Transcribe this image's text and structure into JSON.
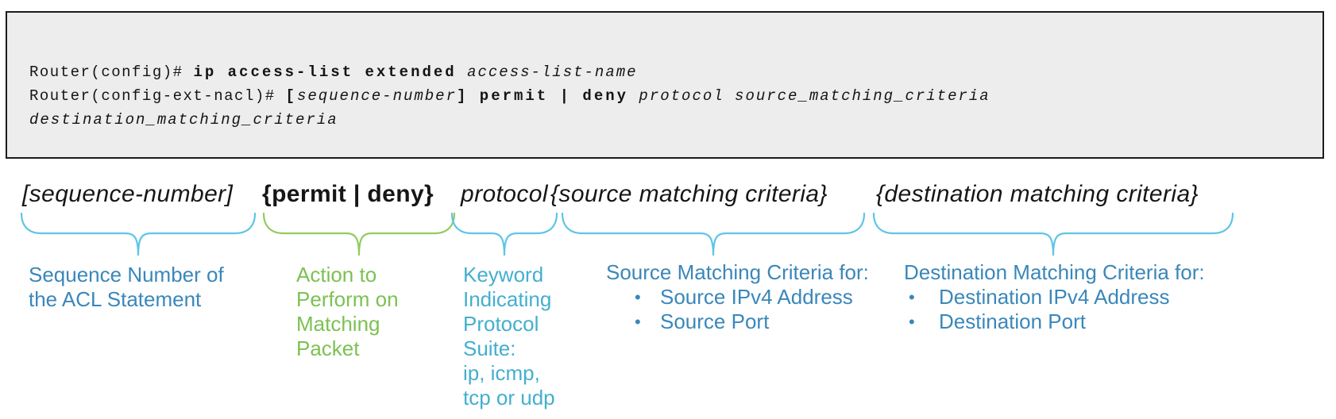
{
  "colors": {
    "box_bg": "#ededed",
    "box_border": "#1c1c1c",
    "code_text": "#141414",
    "syntax_text": "#161616",
    "blue_text": "#3a87ba",
    "teal_text": "#44afce",
    "green_text": "#7cc153",
    "brace_blue": "#5fc5e6",
    "brace_green": "#92cb5f"
  },
  "ui": {
    "bullet_char": "•"
  },
  "code_box": {
    "line1_prompt": "Router(config)# ",
    "line1_command": "ip access-list extended",
    "line1_argument": " access-list-name",
    "line2_prompt": "Router(config-ext-nacl)# ",
    "line2_bracket_open": "[",
    "line2_sequence": "sequence-number",
    "line2_bracket_close": "] ",
    "line2_action": "permit | deny",
    "line2_arguments": " protocol source_matching_criteria",
    "line3_argument": "destination_matching_criteria"
  },
  "syntax_line": {
    "sequence": "[sequence-number]",
    "action": "{permit | deny}",
    "protocol": "protocol",
    "source": "{source matching criteria}",
    "destination": "{destination matching criteria}"
  },
  "annotations": {
    "sequence": {
      "lines": [
        "Sequence Number of",
        "the ACL Statement"
      ]
    },
    "action": {
      "lines": [
        "Action to",
        "Perform on",
        "Matching",
        "Packet"
      ]
    },
    "protocol": {
      "lines": [
        "Keyword",
        "Indicating",
        "Protocol",
        "Suite:",
        "ip, icmp,",
        "tcp or udp"
      ]
    },
    "source": {
      "heading": "Source Matching Criteria for:",
      "bullets": [
        "Source IPv4 Address",
        "Source Port"
      ]
    },
    "destination": {
      "heading": "Destination Matching Criteria for:",
      "bullets": [
        "Destination IPv4 Address",
        "Destination Port"
      ]
    }
  }
}
